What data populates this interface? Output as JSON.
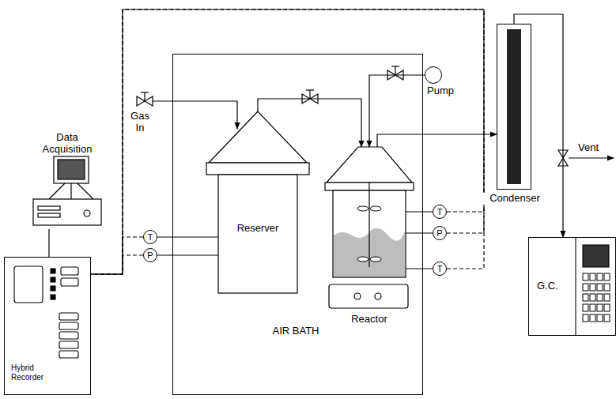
{
  "diagram": {
    "nodes": [
      {
        "text": [
          "Data Acquisition"
        ]
      },
      {
        "text": [
          "AIR BATH"
        ]
      },
      {
        "text": [
          "Reserver"
        ],
        "in": 1
      },
      {
        "text": [
          "Reactor"
        ],
        "in": 1
      },
      {
        "text": [
          "Pump"
        ]
      },
      {
        "text": [
          "Condenser"
        ]
      },
      {
        "text": [
          "G.C."
        ]
      },
      {
        "text": [
          "Hybrid Recorder"
        ]
      },
      {
        "text": [
          "T"
        ]
      },
      {
        "text": [
          "P"
        ]
      },
      {
        "text": [
          "T"
        ]
      },
      {
        "text": [
          "P"
        ]
      },
      {
        "text": [
          "T"
        ]
      }
    ],
    "edges": [
      {
        "from": 0,
        "to": 7,
        "arrow": "none"
      },
      {
        "from": 2,
        "to": 3,
        "arrow": "to"
      },
      {
        "from": 4,
        "to": 3,
        "arrow": "to"
      },
      {
        "from": 3,
        "to": 5,
        "arrow": "to"
      },
      {
        "from": 5,
        "to": 6,
        "arrow": "to"
      },
      {
        "from": 8,
        "to": 2,
        "arrow": "none"
      },
      {
        "from": 9,
        "to": 2,
        "arrow": "none"
      },
      {
        "from": 10,
        "to": 3,
        "arrow": "none"
      },
      {
        "from": 11,
        "to": 3,
        "arrow": "none"
      },
      {
        "from": 12,
        "to": 3,
        "arrow": "none"
      },
      {
        "from": 8,
        "to": 7,
        "arrow": "none"
      },
      {
        "from": 9,
        "to": 7,
        "arrow": "none"
      },
      {
        "from": 10,
        "to": 7,
        "arrow": "none"
      },
      {
        "from": 11,
        "to": 7,
        "arrow": "none"
      },
      {
        "from": 12,
        "to": 7,
        "arrow": "none"
      }
    ],
    "labels": [
      "Gas In",
      "Vent"
    ]
  }
}
